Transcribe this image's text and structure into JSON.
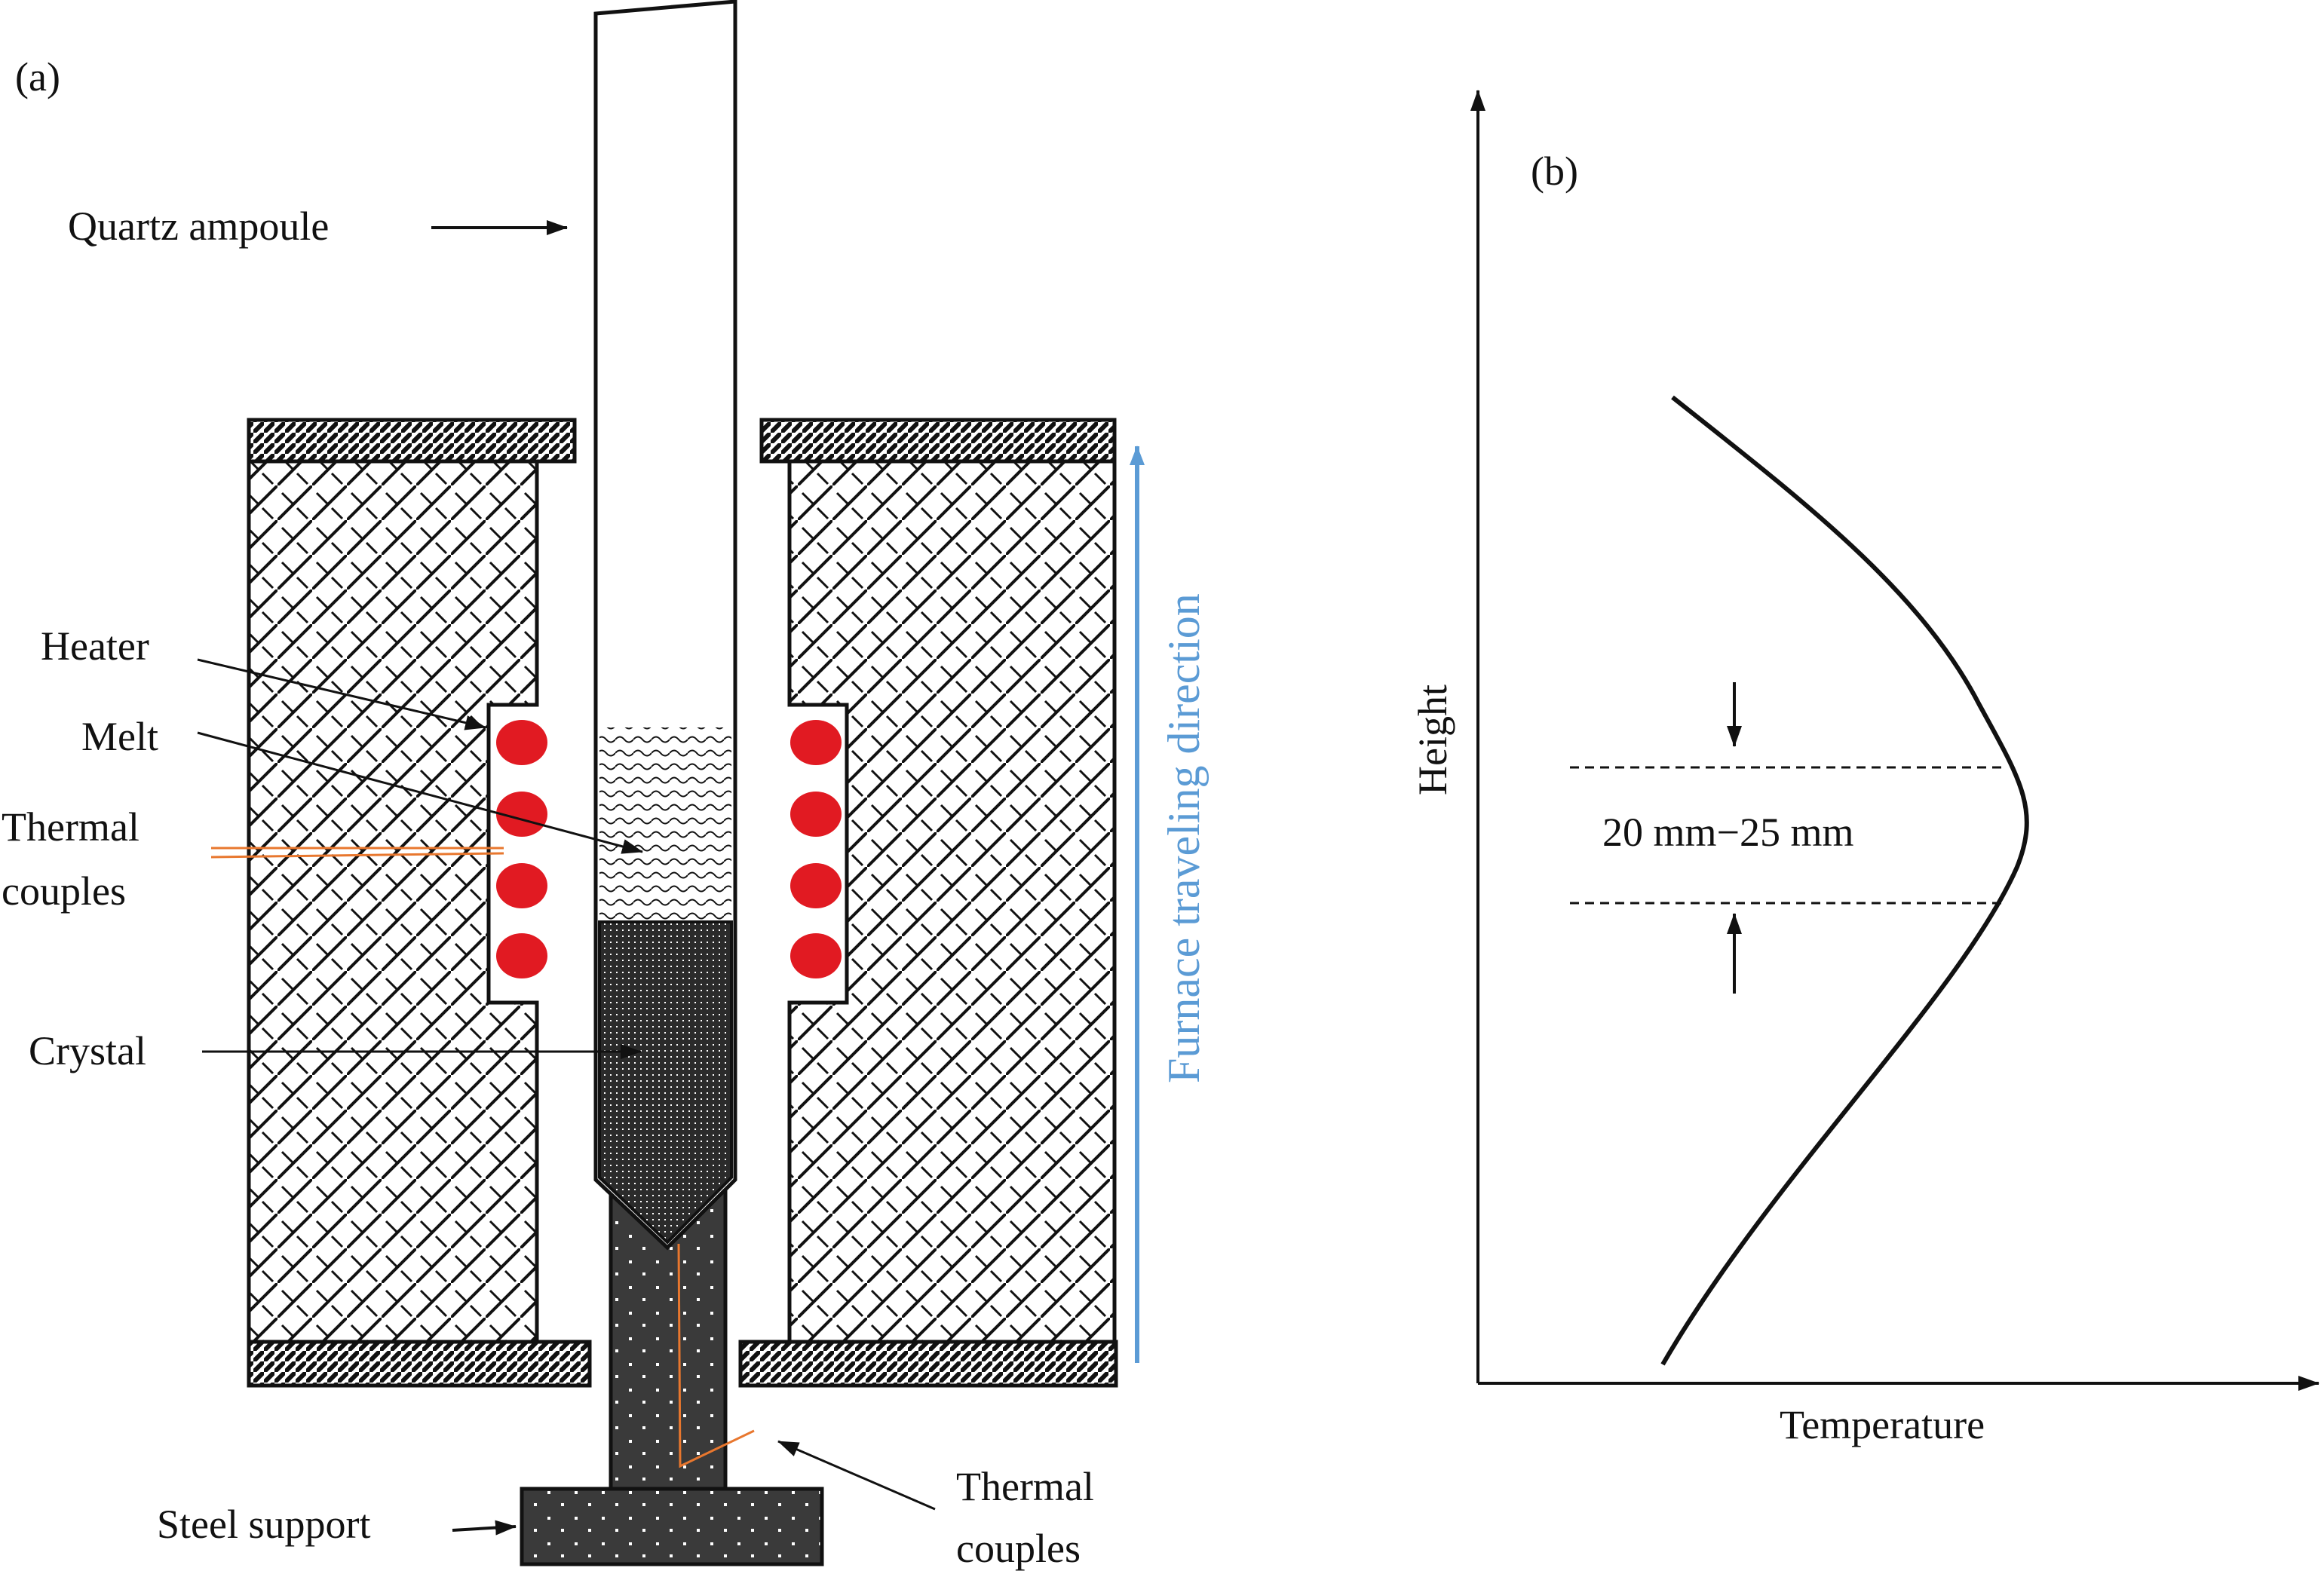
{
  "panel_a": {
    "label": "(a)",
    "labels": {
      "quartz_ampoule": "Quartz ampoule",
      "heater": "Heater",
      "melt": "Melt",
      "thermal_couples_left_line1": "Thermal",
      "thermal_couples_left_line2": "couples",
      "crystal": "Crystal",
      "steel_support": "Steel support",
      "thermal_couples_bottom_line1": "Thermal",
      "thermal_couples_bottom_line2": "couples",
      "furnace_direction": "Furnace traveling direction"
    },
    "heater_coils_per_side": 4
  },
  "panel_b": {
    "label": "(b)",
    "x_axis_label": "Temperature",
    "y_axis_label": "Height",
    "zone_label": "20 mm−25 mm"
  },
  "colors": {
    "ink": "#111111",
    "heater_red": "#e11a22",
    "thermocouple_orange": "#e8772e",
    "direction_blue": "#5b9bd5",
    "support_dark": "#3a3a3a"
  }
}
